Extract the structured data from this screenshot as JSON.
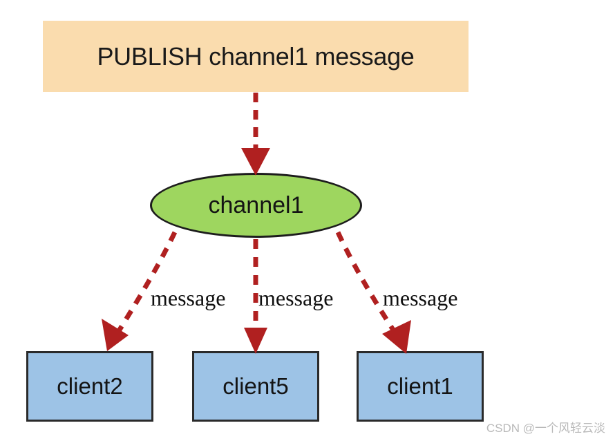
{
  "diagram": {
    "title": "Redis Pub/Sub PUBLISH flow",
    "background_color": "#ffffff",
    "publish_banner": {
      "text": "PUBLISH channel1 message",
      "fill_color": "#fadcae",
      "text_color": "#1a1a1a"
    },
    "channel_node": {
      "label": "channel1",
      "shape": "ellipse",
      "fill_color": "#9ed65f",
      "border_color": "#1d1d1d"
    },
    "clients": [
      {
        "label": "client2",
        "fill_color": "#9dc3e6",
        "border_color": "#2a2a2a"
      },
      {
        "label": "client5",
        "fill_color": "#9dc3e6",
        "border_color": "#2a2a2a"
      },
      {
        "label": "client1",
        "fill_color": "#9dc3e6",
        "border_color": "#2a2a2a"
      }
    ],
    "edge_labels": [
      {
        "text": "message"
      },
      {
        "text": "message"
      },
      {
        "text": "message"
      }
    ],
    "arrows": {
      "color": "#b02020",
      "style": "dashed",
      "head": "filled-triangle",
      "count": 4
    }
  },
  "watermark": {
    "text": "CSDN @一个风轻云淡",
    "color": "#b9b9b9"
  }
}
